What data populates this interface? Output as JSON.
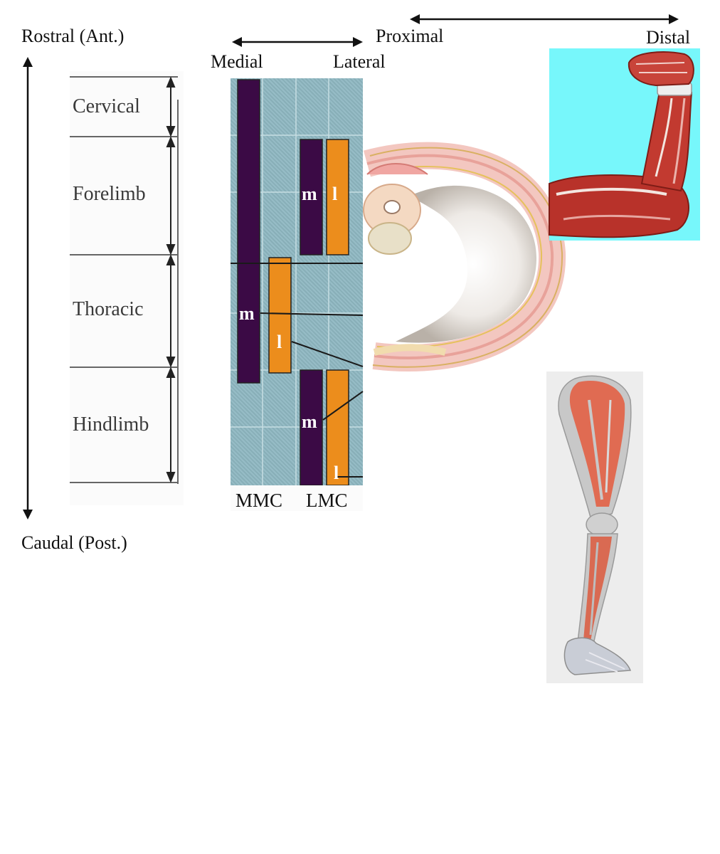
{
  "axes": {
    "rostral": "Rostral (Ant.)",
    "caudal": "Caudal (Post.)",
    "medial": "Medial",
    "lateral": "Lateral",
    "proximal": "Proximal",
    "distal": "Distal"
  },
  "segments": [
    "Cervical",
    "Forelimb",
    "Thoracic",
    "Hindlimb"
  ],
  "columns": {
    "mmc": "MMC",
    "lmc": "LMC"
  },
  "bar_letters": {
    "medial": "m",
    "lateral": "l"
  },
  "colors": {
    "grid_bg": "#8fb8c2",
    "purple": "#3b0a45",
    "orange": "#ec8d1c",
    "arm_bg": "#77f7fb",
    "muscle": "#b8322a"
  },
  "images": {
    "spinal_section": "spinal-cord-body-wall-cross-section",
    "arm": "flexed-arm-muscle-illustration",
    "leg": "leg-muscle-model-photo"
  }
}
